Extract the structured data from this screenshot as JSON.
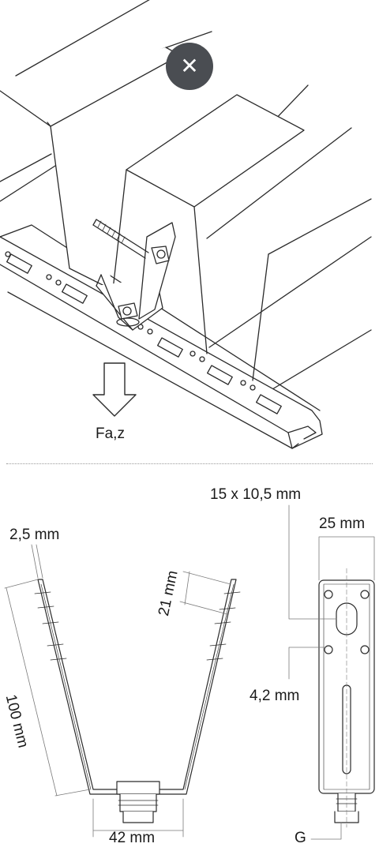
{
  "overlay": {
    "close_glyph": "✕"
  },
  "colors": {
    "line": "#2b2b2b",
    "fill_light": "#ffffff",
    "shade": "#d9d9d9",
    "close_bg": "#4a4d52"
  },
  "icons": [
    "close-icon",
    "force-arrow-icon"
  ],
  "labels": {
    "force": "Fa,z",
    "thickness": "2,5 mm",
    "side_length": "100 mm",
    "slot_spacing": "21 mm",
    "base_width": "42 mm",
    "slot_size": "15 x 10,5 mm",
    "plate_width": "25 mm",
    "hole_diameter": "4,2 mm",
    "thread": "G"
  }
}
